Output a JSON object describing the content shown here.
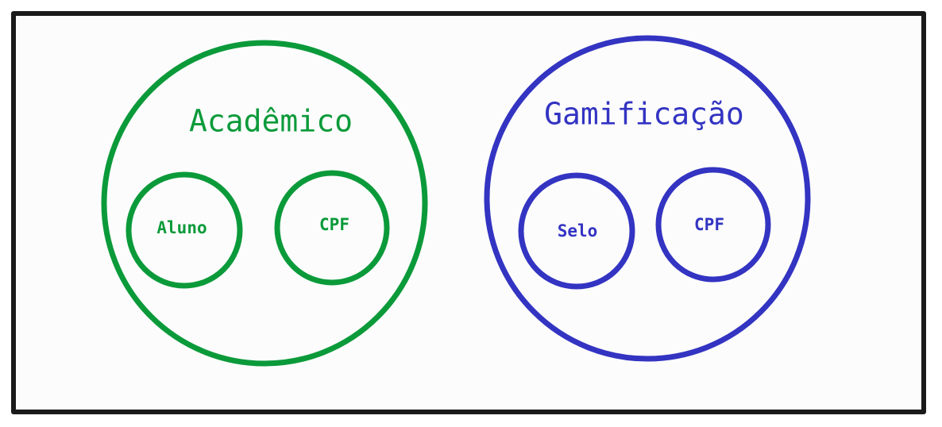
{
  "colors": {
    "frame": "#1a1a1a",
    "green": "#0b9a3a",
    "blue": "#3334c2"
  },
  "groups": [
    {
      "name": "Acadêmico",
      "color": "#0b9a3a",
      "items": [
        "Aluno",
        "CPF"
      ]
    },
    {
      "name": "Gamificação",
      "color": "#3334c2",
      "items": [
        "Selo",
        "CPF"
      ]
    }
  ]
}
